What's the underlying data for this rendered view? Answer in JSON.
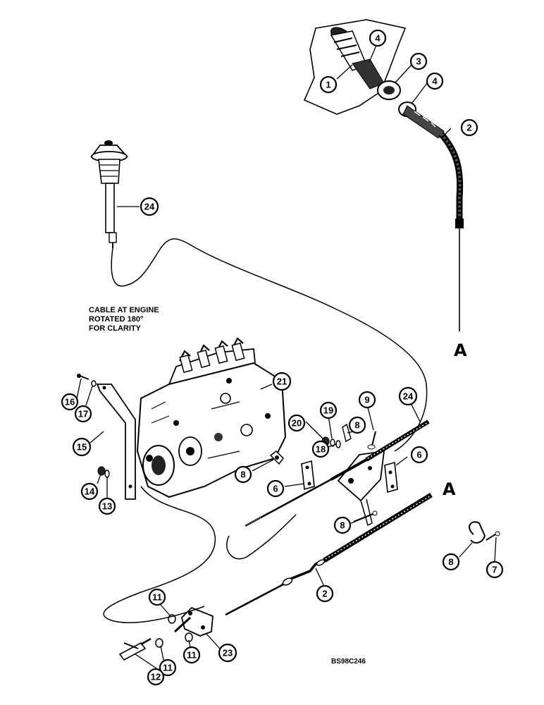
{
  "note": {
    "line1": "CABLE AT ENGINE",
    "line2": "ROTATED 180°",
    "line3": "FOR CLARITY"
  },
  "markers": {
    "a_upper": "A",
    "a_lower": "A"
  },
  "drawing_code": "BS98C246",
  "callouts": [
    {
      "id": "c1",
      "label": "1"
    },
    {
      "id": "c4a",
      "label": "4"
    },
    {
      "id": "c3",
      "label": "3"
    },
    {
      "id": "c4b",
      "label": "4"
    },
    {
      "id": "c2a",
      "label": "2"
    },
    {
      "id": "c24a",
      "label": "24"
    },
    {
      "id": "c21",
      "label": "21"
    },
    {
      "id": "c16",
      "label": "16"
    },
    {
      "id": "c17",
      "label": "17"
    },
    {
      "id": "c15",
      "label": "15"
    },
    {
      "id": "c14",
      "label": "14"
    },
    {
      "id": "c13",
      "label": "13"
    },
    {
      "id": "c19",
      "label": "19"
    },
    {
      "id": "c9",
      "label": "9"
    },
    {
      "id": "c24b",
      "label": "24"
    },
    {
      "id": "c20",
      "label": "20"
    },
    {
      "id": "c18",
      "label": "18"
    },
    {
      "id": "c8a",
      "label": "8"
    },
    {
      "id": "c8b",
      "label": "8"
    },
    {
      "id": "c6a",
      "label": "6"
    },
    {
      "id": "c6b",
      "label": "6"
    },
    {
      "id": "c8c",
      "label": "8"
    },
    {
      "id": "c8d",
      "label": "8"
    },
    {
      "id": "c7",
      "label": "7"
    },
    {
      "id": "c2b",
      "label": "2"
    },
    {
      "id": "c11a",
      "label": "11"
    },
    {
      "id": "c11b",
      "label": "11"
    },
    {
      "id": "c11c",
      "label": "11"
    },
    {
      "id": "c23",
      "label": "23"
    },
    {
      "id": "c12",
      "label": "12"
    }
  ]
}
